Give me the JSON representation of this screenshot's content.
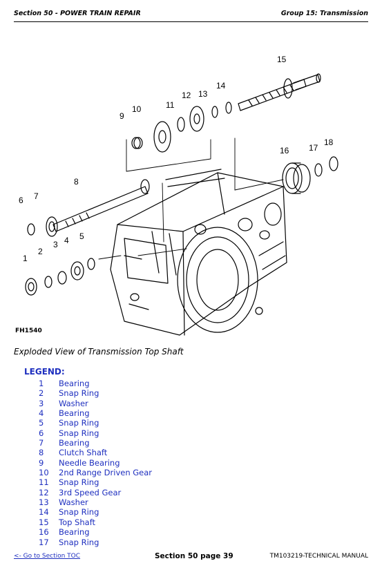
{
  "header": {
    "section": "Section 50 - POWER TRAIN REPAIR",
    "group": "Group 15: Transmission"
  },
  "figure": {
    "id": "FH1540",
    "callouts": [
      "1",
      "2",
      "3",
      "4",
      "5",
      "6",
      "7",
      "8",
      "9",
      "10",
      "11",
      "12",
      "13",
      "14",
      "15",
      "16",
      "17",
      "18"
    ]
  },
  "caption": "Exploded View of Transmission Top Shaft",
  "legend": {
    "title": "LEGEND:",
    "items": [
      {
        "num": "1",
        "desc": "Bearing"
      },
      {
        "num": "2",
        "desc": "Snap Ring"
      },
      {
        "num": "3",
        "desc": "Washer"
      },
      {
        "num": "4",
        "desc": "Bearing"
      },
      {
        "num": "5",
        "desc": "Snap Ring"
      },
      {
        "num": "6",
        "desc": "Snap Ring"
      },
      {
        "num": "7",
        "desc": "Bearing"
      },
      {
        "num": "8",
        "desc": "Clutch Shaft"
      },
      {
        "num": "9",
        "desc": "Needle Bearing"
      },
      {
        "num": "10",
        "desc": "2nd Range Driven Gear"
      },
      {
        "num": "11",
        "desc": "Snap Ring"
      },
      {
        "num": "12",
        "desc": "3rd Speed Gear"
      },
      {
        "num": "13",
        "desc": "Washer"
      },
      {
        "num": "14",
        "desc": "Snap Ring"
      },
      {
        "num": "15",
        "desc": "Top Shaft"
      },
      {
        "num": "16",
        "desc": "Bearing"
      },
      {
        "num": "17",
        "desc": "Snap Ring"
      }
    ]
  },
  "footer": {
    "toc_link": "<- Go to Section TOC",
    "page": "Section 50 page 39",
    "manual": "TM103219-TECHNICAL MANUAL"
  }
}
